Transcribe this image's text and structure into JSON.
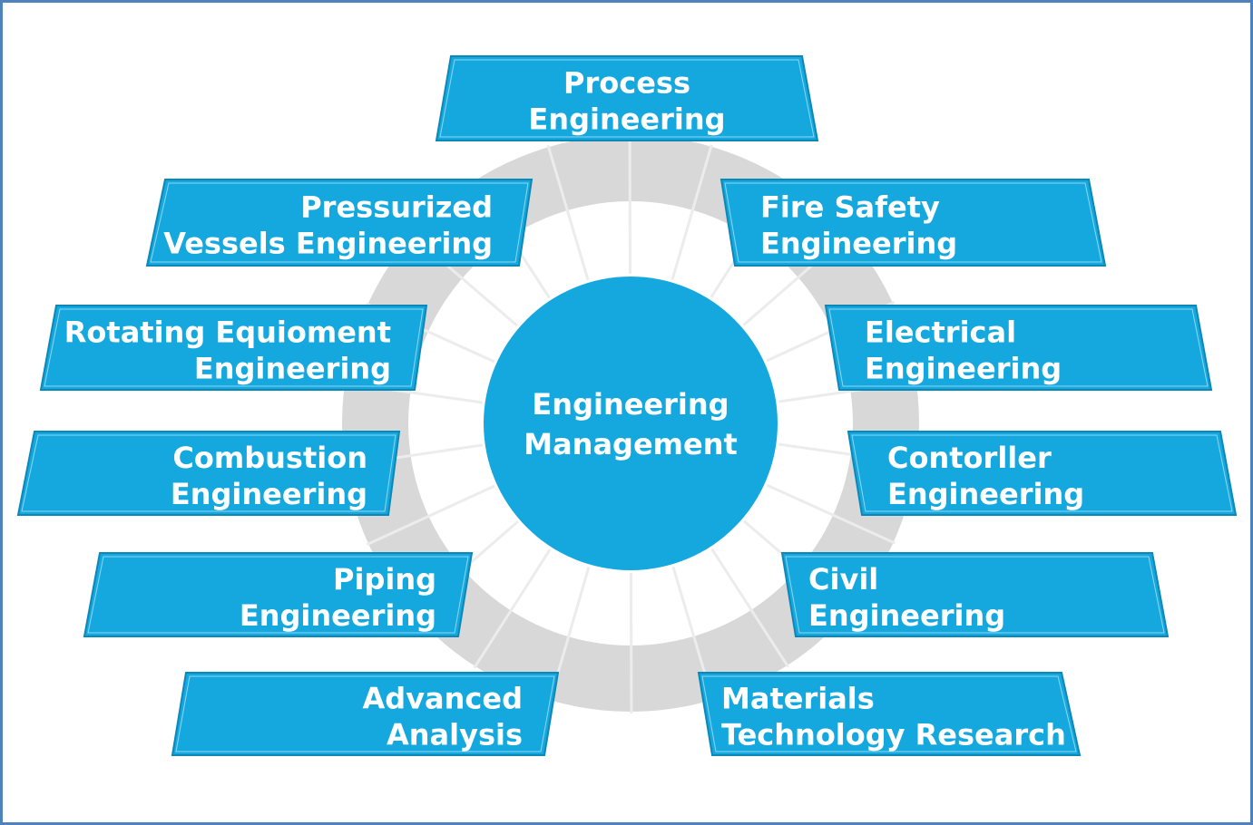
{
  "center": {
    "lines": [
      "Engineering",
      "Management"
    ]
  },
  "boxes": [
    {
      "id": "process",
      "lines": [
        "Process",
        "Engineering"
      ]
    },
    {
      "id": "pressurized",
      "lines": [
        "Pressurized",
        "Vessels Engineering"
      ]
    },
    {
      "id": "fire-safety",
      "lines": [
        "Fire Safety",
        "Engineering"
      ]
    },
    {
      "id": "rotating",
      "lines": [
        "Rotating Equioment",
        "Engineering"
      ]
    },
    {
      "id": "electrical",
      "lines": [
        "Electrical",
        "Engineering"
      ]
    },
    {
      "id": "combustion",
      "lines": [
        "Combustion",
        "Engineering"
      ]
    },
    {
      "id": "controller",
      "lines": [
        "Contorller",
        "Engineering"
      ]
    },
    {
      "id": "piping",
      "lines": [
        "Piping",
        "Engineering"
      ]
    },
    {
      "id": "civil",
      "lines": [
        "Civil",
        "Engineering"
      ]
    },
    {
      "id": "advanced",
      "lines": [
        "Advanced",
        "Analysis"
      ]
    },
    {
      "id": "materials",
      "lines": [
        "Materials",
        "Technology Research"
      ]
    }
  ],
  "colors": {
    "box": "#14a8df",
    "box_edge": "#0b88b8",
    "ring": "#d8d8d8",
    "frame": "#4f81bd"
  }
}
